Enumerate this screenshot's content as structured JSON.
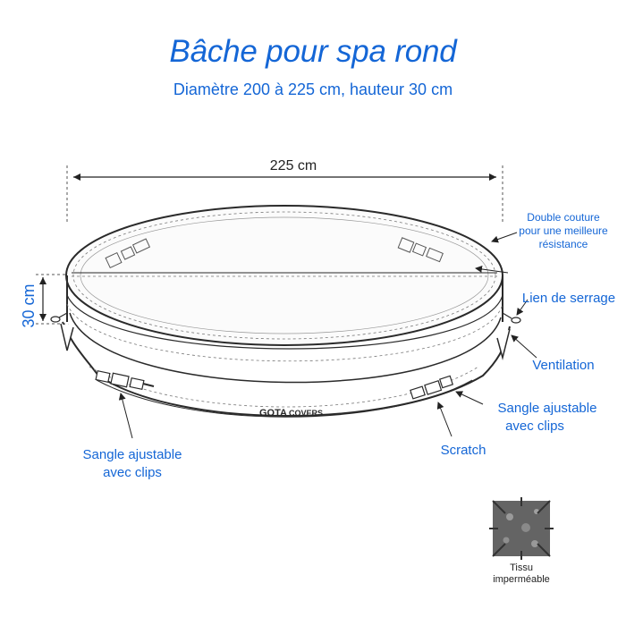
{
  "title": "Bâche pour spa rond",
  "subtitle": "Diamètre 200 à 225 cm, hauteur 30 cm",
  "dimensions": {
    "width": "225 cm",
    "height": "30 cm"
  },
  "labels": {
    "double_couture_1": "Double couture",
    "double_couture_2": "pour une meilleure",
    "double_couture_3": "résistance",
    "lien_serrage": "Lien de serrage",
    "ventilation": "Ventilation",
    "sangle_right_1": "Sangle ajustable",
    "sangle_right_2": "avec clips",
    "scratch": "Scratch",
    "sangle_left_1": "Sangle ajustable",
    "sangle_left_2": "avec clips"
  },
  "brand": {
    "name_part1": "GOTA",
    "name_part2": "COVERS"
  },
  "fabric": {
    "line1": "Tissu",
    "line2": "imperméable"
  },
  "colors": {
    "accent": "#1466d6",
    "outline": "#2a2a2a"
  }
}
